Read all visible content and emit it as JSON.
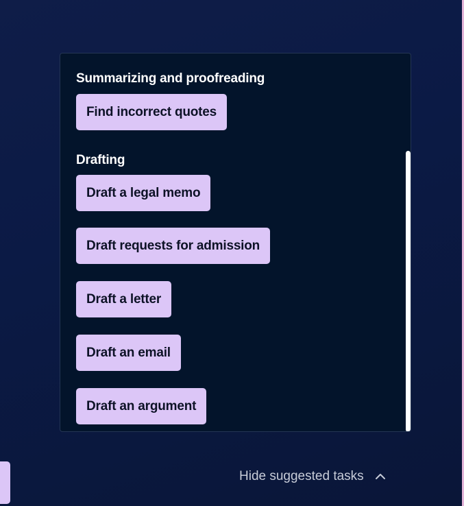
{
  "sections": [
    {
      "heading": "Summarizing and proofreading",
      "tasks": [
        "Find incorrect quotes"
      ]
    },
    {
      "heading": "Drafting",
      "tasks": [
        "Draft a legal memo",
        "Draft requests for admission",
        "Draft a letter",
        "Draft an email",
        "Draft an argument"
      ]
    }
  ],
  "footer": {
    "hide_label": "Hide suggested tasks",
    "hide_icon": "chevron-up-icon"
  },
  "colors": {
    "background": "#0b1a45",
    "panel": "#03142b",
    "task_button": "#dcc6f7",
    "task_text": "#0d1226",
    "heading_text": "#ffffff",
    "muted_text": "#c7ccd8",
    "edge_accent": "#e3b4d8"
  }
}
